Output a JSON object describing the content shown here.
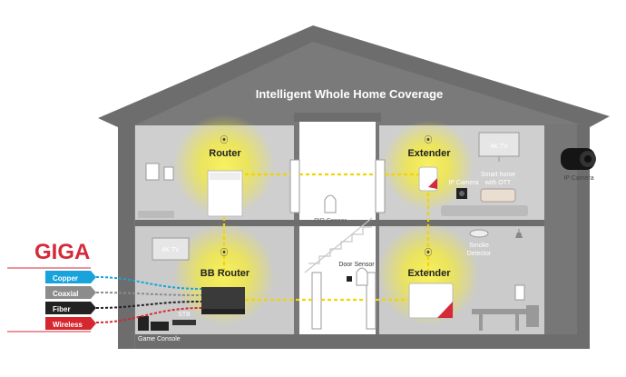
{
  "title": "Intelligent Whole Home Coverage",
  "brand": "GIGA",
  "colors": {
    "house_gray": "#6b6b6b",
    "room_fill": "#cfcfcf",
    "glow_yellow": "#f4ea2a",
    "link_yellow": "#f1d400",
    "brand_red": "#d52a3a",
    "copper": "#19a3dc",
    "coaxial": "#8c8c8c",
    "fiber": "#222222",
    "wireless": "#d7272e"
  },
  "devices": {
    "router": "Router",
    "extender_top": "Extender",
    "bb_router": "BB Router",
    "extender_bottom": "Extender"
  },
  "labels": {
    "tv_top": "4K TV",
    "tv_bottom": "4K TV",
    "ip_camera_inside": "IP Camera",
    "smart_home_line1": "Smart home",
    "smart_home_line2": "with OTT",
    "ip_camera_outside": "IP Camera",
    "pir_sensor": "PIR Sensor",
    "door_sensor": "Door Sensor",
    "smoke_line1": "Smoke",
    "smoke_line2": "Detector",
    "stb": "STB",
    "game_console": "Game Console"
  },
  "connections": [
    "Copper",
    "Coaxial",
    "Fiber",
    "Wireless"
  ]
}
